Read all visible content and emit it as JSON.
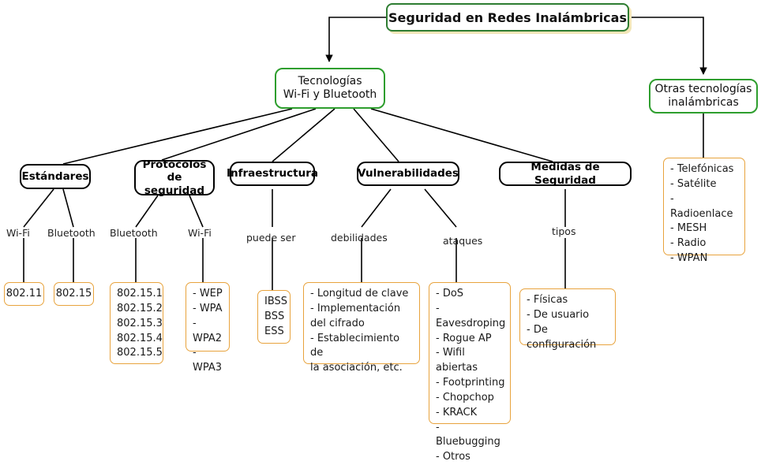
{
  "diagram": {
    "title": "Seguridad en Redes Inalámbricas",
    "type": "mind-map",
    "colors": {
      "root_border": "#2e7d32",
      "root_shadow": "#f2e6b8",
      "branch_border": "#2e9e2e",
      "category_border": "#000000",
      "leaf_border": "#e8a33d",
      "background": "#ffffff",
      "connector": "#000000"
    }
  },
  "root": {
    "label": "Seguridad en Redes Inalámbricas"
  },
  "branches": {
    "tecnologias": {
      "label": "Tecnologías\nWi-Fi y Bluetooth"
    },
    "otras": {
      "label": "Otras tecnologías\ninalámbricas"
    }
  },
  "categories": {
    "estandares": {
      "label": "Estándares"
    },
    "protocolos": {
      "label": "Protocolos de\nseguridad"
    },
    "infraestructura": {
      "label": "Infraestructura"
    },
    "vulnerabilidades": {
      "label": "Vulnerabilidades"
    },
    "medidas": {
      "label": "Medidas de Seguridad"
    }
  },
  "edge_labels": {
    "estandares_wifi": "Wi-Fi",
    "estandares_bluetooth": "Bluetooth",
    "protocolos_bluetooth": "Bluetooth",
    "protocolos_wifi": "Wi-Fi",
    "infraestructura": "puede ser",
    "vuln_debilidades": "debilidades",
    "vuln_ataques": "ataques",
    "medidas_tipos": "tipos"
  },
  "leaves": {
    "estandar_wifi": {
      "text": "802.11"
    },
    "estandar_bluetooth": {
      "text": "802.15"
    },
    "bluetooth_versiones": {
      "items": [
        "802.15.1",
        "802.15.2",
        "802.15.3",
        "802.15.4",
        "802.15.5"
      ],
      "text": "802.15.1\n802.15.2\n802.15.3\n802.15.4\n802.15.5"
    },
    "wifi_protocolos": {
      "items": [
        "- WEP",
        "- WPA",
        "- WPA2",
        "- WPA3"
      ],
      "text": "- WEP\n- WPA\n- WPA2\n- WPA3"
    },
    "infraestructura_modos": {
      "items": [
        "IBSS",
        "BSS",
        "ESS"
      ],
      "text": "IBSS\nBSS\nESS"
    },
    "debilidades": {
      "items": [
        "- Longitud de clave",
        "- Implementación del cifrado",
        "- Establecimiento de la asociación, etc."
      ],
      "text": "- Longitud de clave\n- Implementación\ndel cifrado\n- Establecimiento de\nla asociación, etc."
    },
    "ataques": {
      "items": [
        "- DoS",
        "- Eavesdroping",
        "- Rogue AP",
        "- Wifil abiertas",
        "- Footprinting",
        "- Chopchop",
        "- KRACK",
        "- Bluebugging",
        "- Otros"
      ],
      "text": "- DoS\n- Eavesdroping\n- Rogue AP\n- Wifil abiertas\n- Footprinting\n- Chopchop\n- KRACK\n- Bluebugging\n- Otros"
    },
    "medidas_tipos": {
      "items": [
        "- Físicas",
        "- De usuario",
        "- De configuración"
      ],
      "text": "- Físicas\n- De usuario\n- De configuración"
    },
    "otras_tecnologias": {
      "items": [
        "- Telefónicas",
        "- Satélite",
        "- Radioenlace",
        "- MESH",
        "- Radio",
        "- WPAN"
      ],
      "text": "- Telefónicas\n- Satélite\n- Radioenlace\n- MESH\n- Radio\n- WPAN"
    }
  }
}
